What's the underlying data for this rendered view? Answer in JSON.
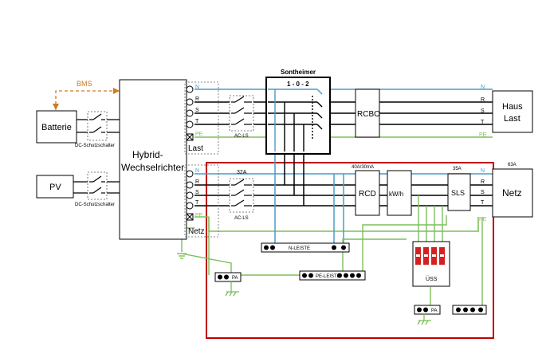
{
  "labels": {
    "bms": "BMS",
    "batterie": "Batterie",
    "pv": "PV",
    "dc_switch_1": "DC-Schutzschalter",
    "dc_switch_2": "DC-Schutzschalter",
    "inverter_line1": "Hybrid-",
    "inverter_line2": "Wechselrichter",
    "last": "Last",
    "netz_port": "Netz",
    "ac_ls_1": "AC-LS",
    "ac_ls_2": "AC-LS",
    "rating_32a": "32A",
    "sontheimer": "Sontheimer",
    "switch_positions": "1 - 0 - 2",
    "rcbo": "RCBO",
    "haus_line1": "Haus",
    "haus_line2": "Last",
    "netz": "Netz",
    "rating_63a": "63A",
    "rating_rcd": "40A/30mA",
    "rcd": "RCD",
    "kwh": "kW/h",
    "rating_35a": "35A",
    "sls": "SLS",
    "n_leiste": "N-LEISTE",
    "pe_leiste": "PE-LEISTE",
    "pa_1": "PA",
    "pa_2": "PA",
    "uss": "ÜSS"
  },
  "terminals": {
    "last_side": [
      "N",
      "R",
      "S",
      "T",
      "PE"
    ],
    "netz_side": [
      "N",
      "R",
      "S",
      "T",
      "PE"
    ],
    "inv_last": [
      "N",
      "R",
      "S",
      "T",
      "PE"
    ],
    "inv_netz": [
      "N",
      "R",
      "S",
      "T",
      "PE"
    ]
  },
  "colors": {
    "neutral": "#4a9cc7",
    "phase": "#000000",
    "earth": "#7dbf5c",
    "bms": "#d07a20",
    "enclosure": "#c00000",
    "surge": "#d42020"
  }
}
